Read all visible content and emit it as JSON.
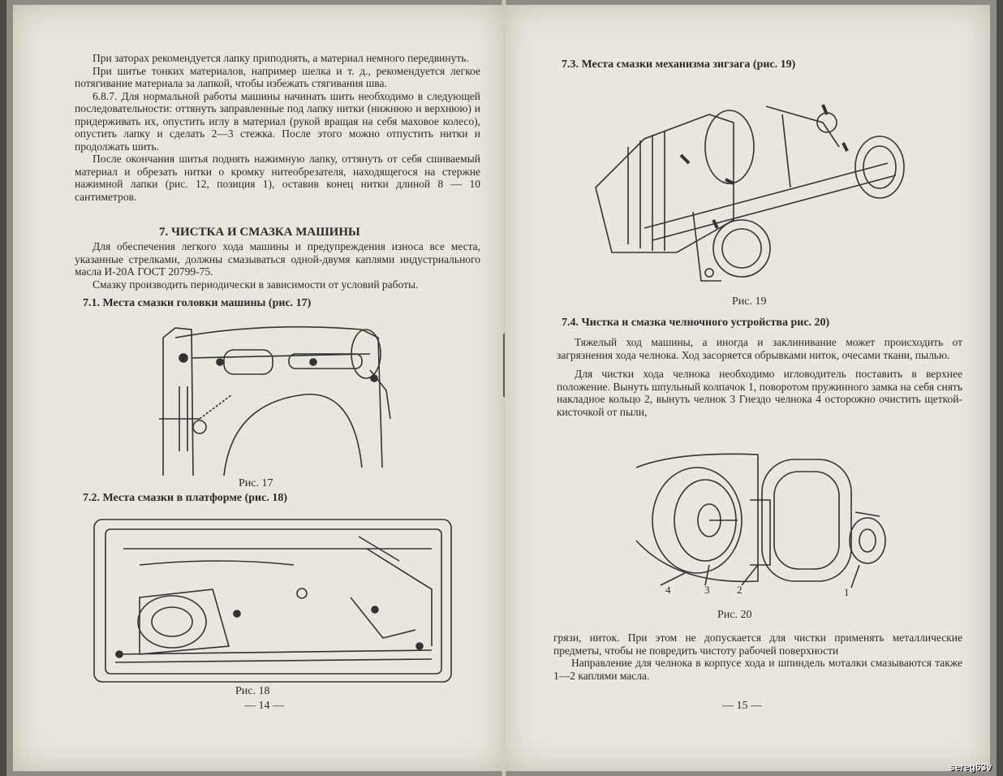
{
  "left_page": {
    "p1": "При заторах рекомендуется лапку приподнять, а материал немного передвинуть.",
    "p2": "При шитье тонких материалов, например шелка и т. д., рекомендуется легкое потягивание материала за лапкой, чтобы избежать стягивания шва.",
    "p3": "6.8.7. Для нормальной работы машины начинать шить необходимо в следующей последовательности: оттянуть заправленные под лапку нитки (нижнюю и верхнюю) и придерживать их, опустить иглу в материал (рукой вращая на себя маховое колесо), опустить лапку и сделать 2—3 стежка. После этого можно отпустить нитки и продолжать шить.",
    "p4": "После окончания шитья поднять нажимную лапку, оттянуть от себя сшиваемый материал и обрезать нитки о кромку нитеобрезателя, находящегося на стержне нажимной лапки (рис. 12, позиция 1), оставив конец нитки длиной 8 — 10 сантиметров.",
    "section_title": "7. ЧИСТКА И СМАЗКА МАШИНЫ",
    "p5": "Для обеспечения легкого хода машины и предупреждения износа все места, указанные стрелками, должны смазываться одной-двумя каплями индустриального масла И-20А ГОСТ 20799-75.",
    "p6": "Смазку производить периодически в зависимости от условий работы.",
    "heading_71": "7.1. Места смазки головки машины (рис. 17)",
    "caption_17": "Рис. 17",
    "heading_72": "7.2. Места смазки в платформе (рис. 18)",
    "caption_18": "Рис. 18",
    "page_number": "— 14 —"
  },
  "right_page": {
    "heading_73": "7.3. Места смазки механизма зигзага (рис. 19)",
    "caption_19": "Рис. 19",
    "heading_74": "7.4. Чистка и смазка челночного устройства рис. 20)",
    "p1": "Тяжелый ход машины, а иногда и заклинивание может происходить от загрязнения хода челнока. Ход засоряется обрывками ниток, очесами ткани, пылью.",
    "p2": "Для чистки хода челнока необходимо игловодитель поставить в верхнее положение. Вынуть шпульный колпачок 1, поворотом пружинного замка на себя снять накладное кольцо 2, вынуть челнок 3 Гнездо челнока 4 осторожно очистить щеткой-кисточкой от пыли,",
    "caption_20": "Рис. 20",
    "fig20_labels": [
      "4",
      "3",
      "2",
      "1"
    ],
    "p3": "грязи, ниток. При этом не допускается для чистки применять металлические предметы, чтобы не повредить чистоту рабочей поверхности",
    "p4": "Направление для челнока в корпусе хода и шпиндель моталки смазываются также 1—2 каплями масла.",
    "page_number": "— 15 —"
  },
  "watermark": "sereg63v"
}
